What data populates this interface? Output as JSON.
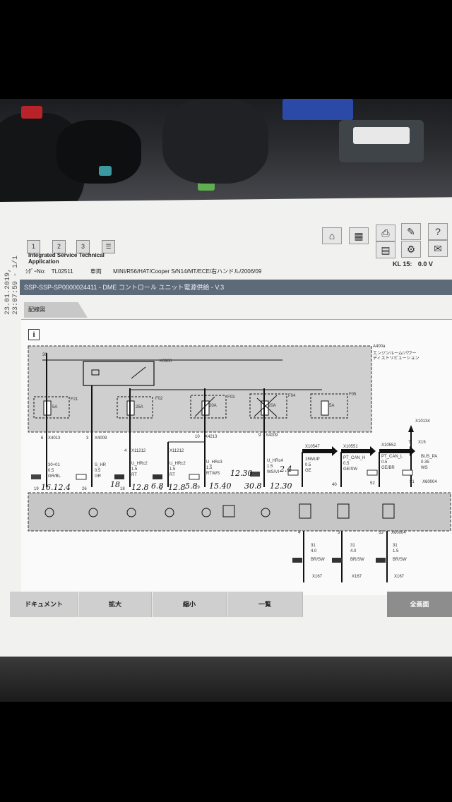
{
  "date_stamp": "23.01.2019, 23:07:59 - 1/1",
  "toolbar": {
    "tabs": [
      "1",
      "2",
      "3"
    ],
    "app_title": "Integrated Service Technical Application",
    "info_label": "ｼﾀﾞｰNo:",
    "info_value": "TL02511",
    "vehicle_label": "車両",
    "vehicle_value": "MINI/R56/HAT/Cooper S/N14/MT/ECE/右ハンドル/2006/09",
    "kl_label": "KL 15:",
    "kl_value": "0.0 V"
  },
  "title_bar": "SSP-SSP-SP0000024411 - DME コントロール ユニット電源供給 - V.3",
  "tab_label": "配線図",
  "schematic": {
    "labels": {
      "k6300": "K6300",
      "a400a": "A400a",
      "a400a_desc": "エンジンルーム/パワー",
      "a400a_desc2": "ディストリビューション",
      "f21": "F21",
      "f02": "F02",
      "f03": "F03",
      "f04": "F04",
      "f05": "F05",
      "fuse1": "5A",
      "fuse2": "25A",
      "fuse3": "20A",
      "fuse4": "20A",
      "fuse5": "5A",
      "t30": "30",
      "x4013": "X4013",
      "x4009": "X4009",
      "x11212a": "X11212",
      "x11212b": "X11212",
      "x4213": "X4213",
      "x4009b": "X4009",
      "x10547": "X10547",
      "x10551": "X10551",
      "x10552": "X10552",
      "x15": "X15",
      "x10134": "X10134",
      "x60004": "X60004",
      "w1": "30+01",
      "w1c": "GR/BL",
      "w2": "S_HR",
      "w2c": "GR",
      "w3": "U_HRc2",
      "w3c": "RT",
      "w4": "U_HRc2",
      "w4c": "RT",
      "w5": "U_HRc3",
      "w5c": "RT/WS",
      "w6": "U_HRc4",
      "w6c": "WS/VI",
      "w7": "15WUP",
      "w7c": "GE",
      "w8": "PT_CAN_H",
      "w8c": "GE/SW",
      "w9": "PT_CAN_L",
      "w9c": "GE/BR",
      "w10": "BUS_PA",
      "w10c": "WS",
      "s1": "0.5",
      "s2": "0.5",
      "s3": "1.5",
      "s4": "1.5",
      "s5": "1.5",
      "s6": "1.5",
      "s7": "0.5",
      "s8": "0.5",
      "s9": "0.5",
      "s10": "0.35",
      "p1": "6",
      "p2": "3",
      "p3": "4",
      "p4": "10",
      "p5": "9",
      "p6": "7",
      "n19": "19",
      "n26": "26",
      "n18": "18",
      "n18b": "6",
      "n19b": "19",
      "n40": "40",
      "n52": "52",
      "n51": "51",
      "g1": "31",
      "g1s": "4.0",
      "g1c": "BR/SW",
      "g2": "31",
      "g2s": "4.0",
      "g2c": "BR/SW",
      "g3": "31",
      "g3s": "1.5",
      "g3c": "BR/SW",
      "x167a": "X167",
      "x167b": "X167",
      "x167c": "X167",
      "x60004b": "X60004",
      "gn1": "4",
      "gn2": "3",
      "gn3": "53"
    },
    "handwritten": [
      "16.12.4",
      "18",
      "12.8",
      "6.8",
      "12.8",
      "5.8",
      "15.40",
      "30.8",
      "12.30",
      "12.30",
      "2.4"
    ]
  },
  "buttons": {
    "document": "ドキュメント",
    "zoom_in": "拡大",
    "zoom_out": "縮小",
    "list": "一覧",
    "fullscreen": "全画面"
  }
}
